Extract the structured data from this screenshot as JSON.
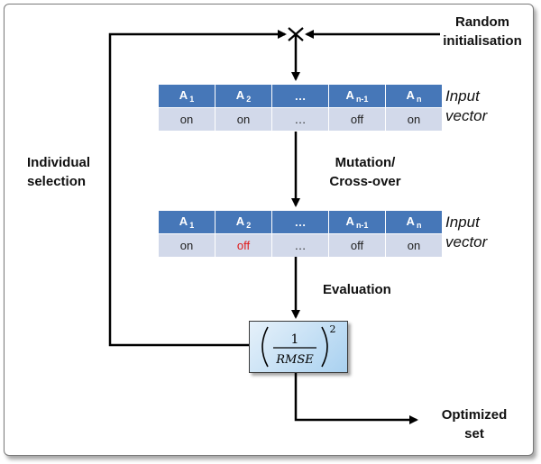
{
  "labels": {
    "random_init": [
      "Random",
      "initialisation"
    ],
    "individual_selection": [
      "Individual",
      "selection"
    ],
    "mutation": [
      "Mutation/",
      "Cross-over"
    ],
    "evaluation": "Evaluation",
    "optimized": [
      "Optimized",
      "set"
    ],
    "input_vector": [
      "Input",
      "vector"
    ]
  },
  "vector_header": [
    {
      "base": "A",
      "sub": "1"
    },
    {
      "base": "A",
      "sub": "2"
    },
    {
      "base": "…",
      "sub": ""
    },
    {
      "base": "A",
      "sub": "n-1"
    },
    {
      "base": "A",
      "sub": "n"
    }
  ],
  "vector1_values": [
    "on",
    "on",
    "…",
    "off",
    "on"
  ],
  "vector2_values": [
    "on",
    "off",
    "…",
    "off",
    "on"
  ],
  "highlight_color": "#e01b1b",
  "header_color": "#4677b8",
  "cell_color": "#d2d9ea",
  "fitness": {
    "numerator": "1",
    "denominator": "RMSE",
    "exponent": "2"
  }
}
